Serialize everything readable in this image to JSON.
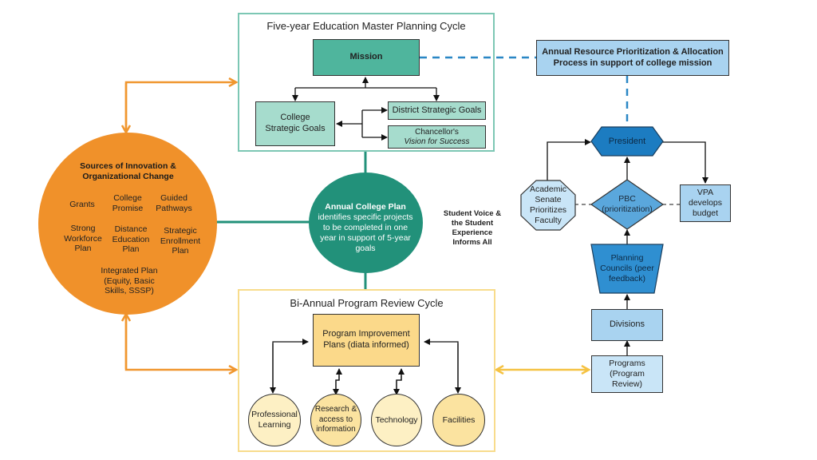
{
  "colors": {
    "teal_dark": "#4fb59d",
    "teal_light": "#a6dccd",
    "teal_border": "#7cc7b4",
    "green_circle": "#22917a",
    "orange": "#f0912a",
    "orange_line": "#f0962e",
    "yellow_box": "#fbd98a",
    "yellow_light": "#fdf0c4",
    "yellow_border": "#f8dc8c",
    "yellow_arrow": "#f5c242",
    "blue_dark": "#1c7cc1",
    "blue_mid": "#5aa7dc",
    "blue_light": "#a9d3f0",
    "blue_pale": "#c9e5f7",
    "blue_dash": "#2a87c5"
  },
  "master_planning": {
    "title": "Five-year Education Master Planning Cycle",
    "mission": "Mission",
    "college_goals": "College Strategic Goals",
    "district_goals": "District Strategic Goals",
    "chancellor_line1": "Chancellor's",
    "chancellor_line2": "Vision for Success"
  },
  "resource_allocation": {
    "title": "Annual Resource Prioritization & Allocation Process in support of college mission",
    "president": "President",
    "academic_senate": "Academic Senate Prioritizes Faculty",
    "pbc": "PBC (prioritization)",
    "vpa": "VPA develops budget",
    "planning_councils": "Planning Councils (peer feedback)",
    "divisions": "Divisions",
    "programs": "Programs (Program Review)"
  },
  "sources": {
    "title": "Sources of Innovation & Organizational Change",
    "items": [
      "Grants",
      "College Promise",
      "Guided Pathways",
      "Strong Workforce Plan",
      "Distance Education Plan",
      "Strategic Enrollment Plan",
      "Integrated Plan (Equity, Basic Skills, SSSP)"
    ]
  },
  "annual_plan": {
    "title": "Annual College Plan",
    "body": "identifies specific projects to be completed in one year in support of 5-year goals"
  },
  "student_voice": "Student Voice & the Student Experience Informs All",
  "program_review": {
    "title": "Bi-Annual Program Review Cycle",
    "improvement_plans": "Program Improvement Plans (diata informed)",
    "circles": [
      "Professional Learning",
      "Research & access to information",
      "Technology",
      "Facilities"
    ]
  }
}
